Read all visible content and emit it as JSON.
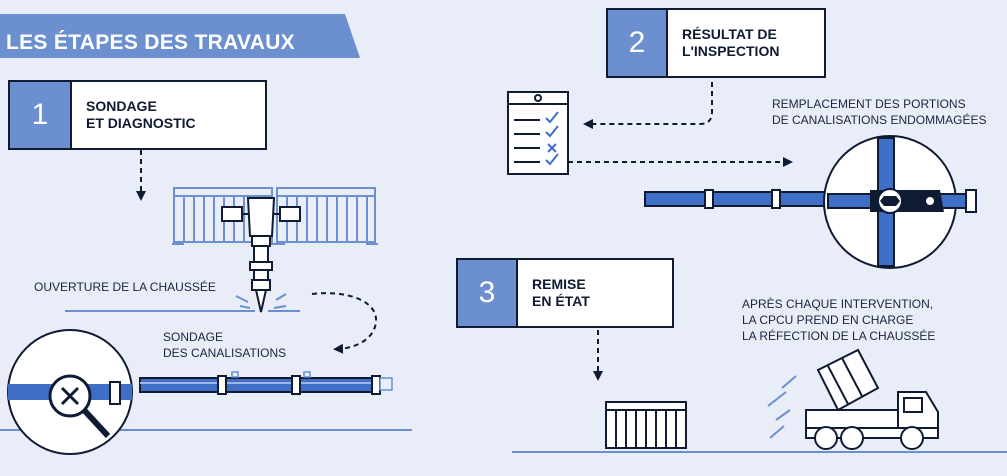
{
  "banner": {
    "title": "LES ÉTAPES DES TRAVAUX"
  },
  "steps": [
    {
      "number": "1",
      "line1": "SONDAGE",
      "line2": "ET DIAGNOSTIC"
    },
    {
      "number": "2",
      "line1": "RÉSULTAT DE",
      "line2": "L'INSPECTION"
    },
    {
      "number": "3",
      "line1": "REMISE",
      "line2": "EN ÉTAT"
    }
  ],
  "captions": {
    "road_opening": "OUVERTURE DE LA CHAUSSÉE",
    "sondage_l1": "SONDAGE",
    "sondage_l2": "DES CANALISATIONS",
    "replace_l1": "REMPLACEMENT DES PORTIONS",
    "replace_l2": "DE CANALISATIONS ENDOMMAGÉES",
    "after_l1": "APRÈS CHAQUE INTERVENTION,",
    "after_l2": "LA CPCU PREND EN CHARGE",
    "after_l3": "LA RÉFECTION DE LA CHAUSSÉE"
  },
  "colors": {
    "background": "#e9edf8",
    "accent_blue": "#6b8fcf",
    "pipe_blue": "#3f6fc4",
    "ink": "#0f1a33"
  },
  "icons": [
    "jackhammer-icon",
    "barrier-icon",
    "magnifier-icon",
    "checklist-icon",
    "wrench-icon",
    "concrete-mixer-truck-icon",
    "pipe-icon"
  ]
}
